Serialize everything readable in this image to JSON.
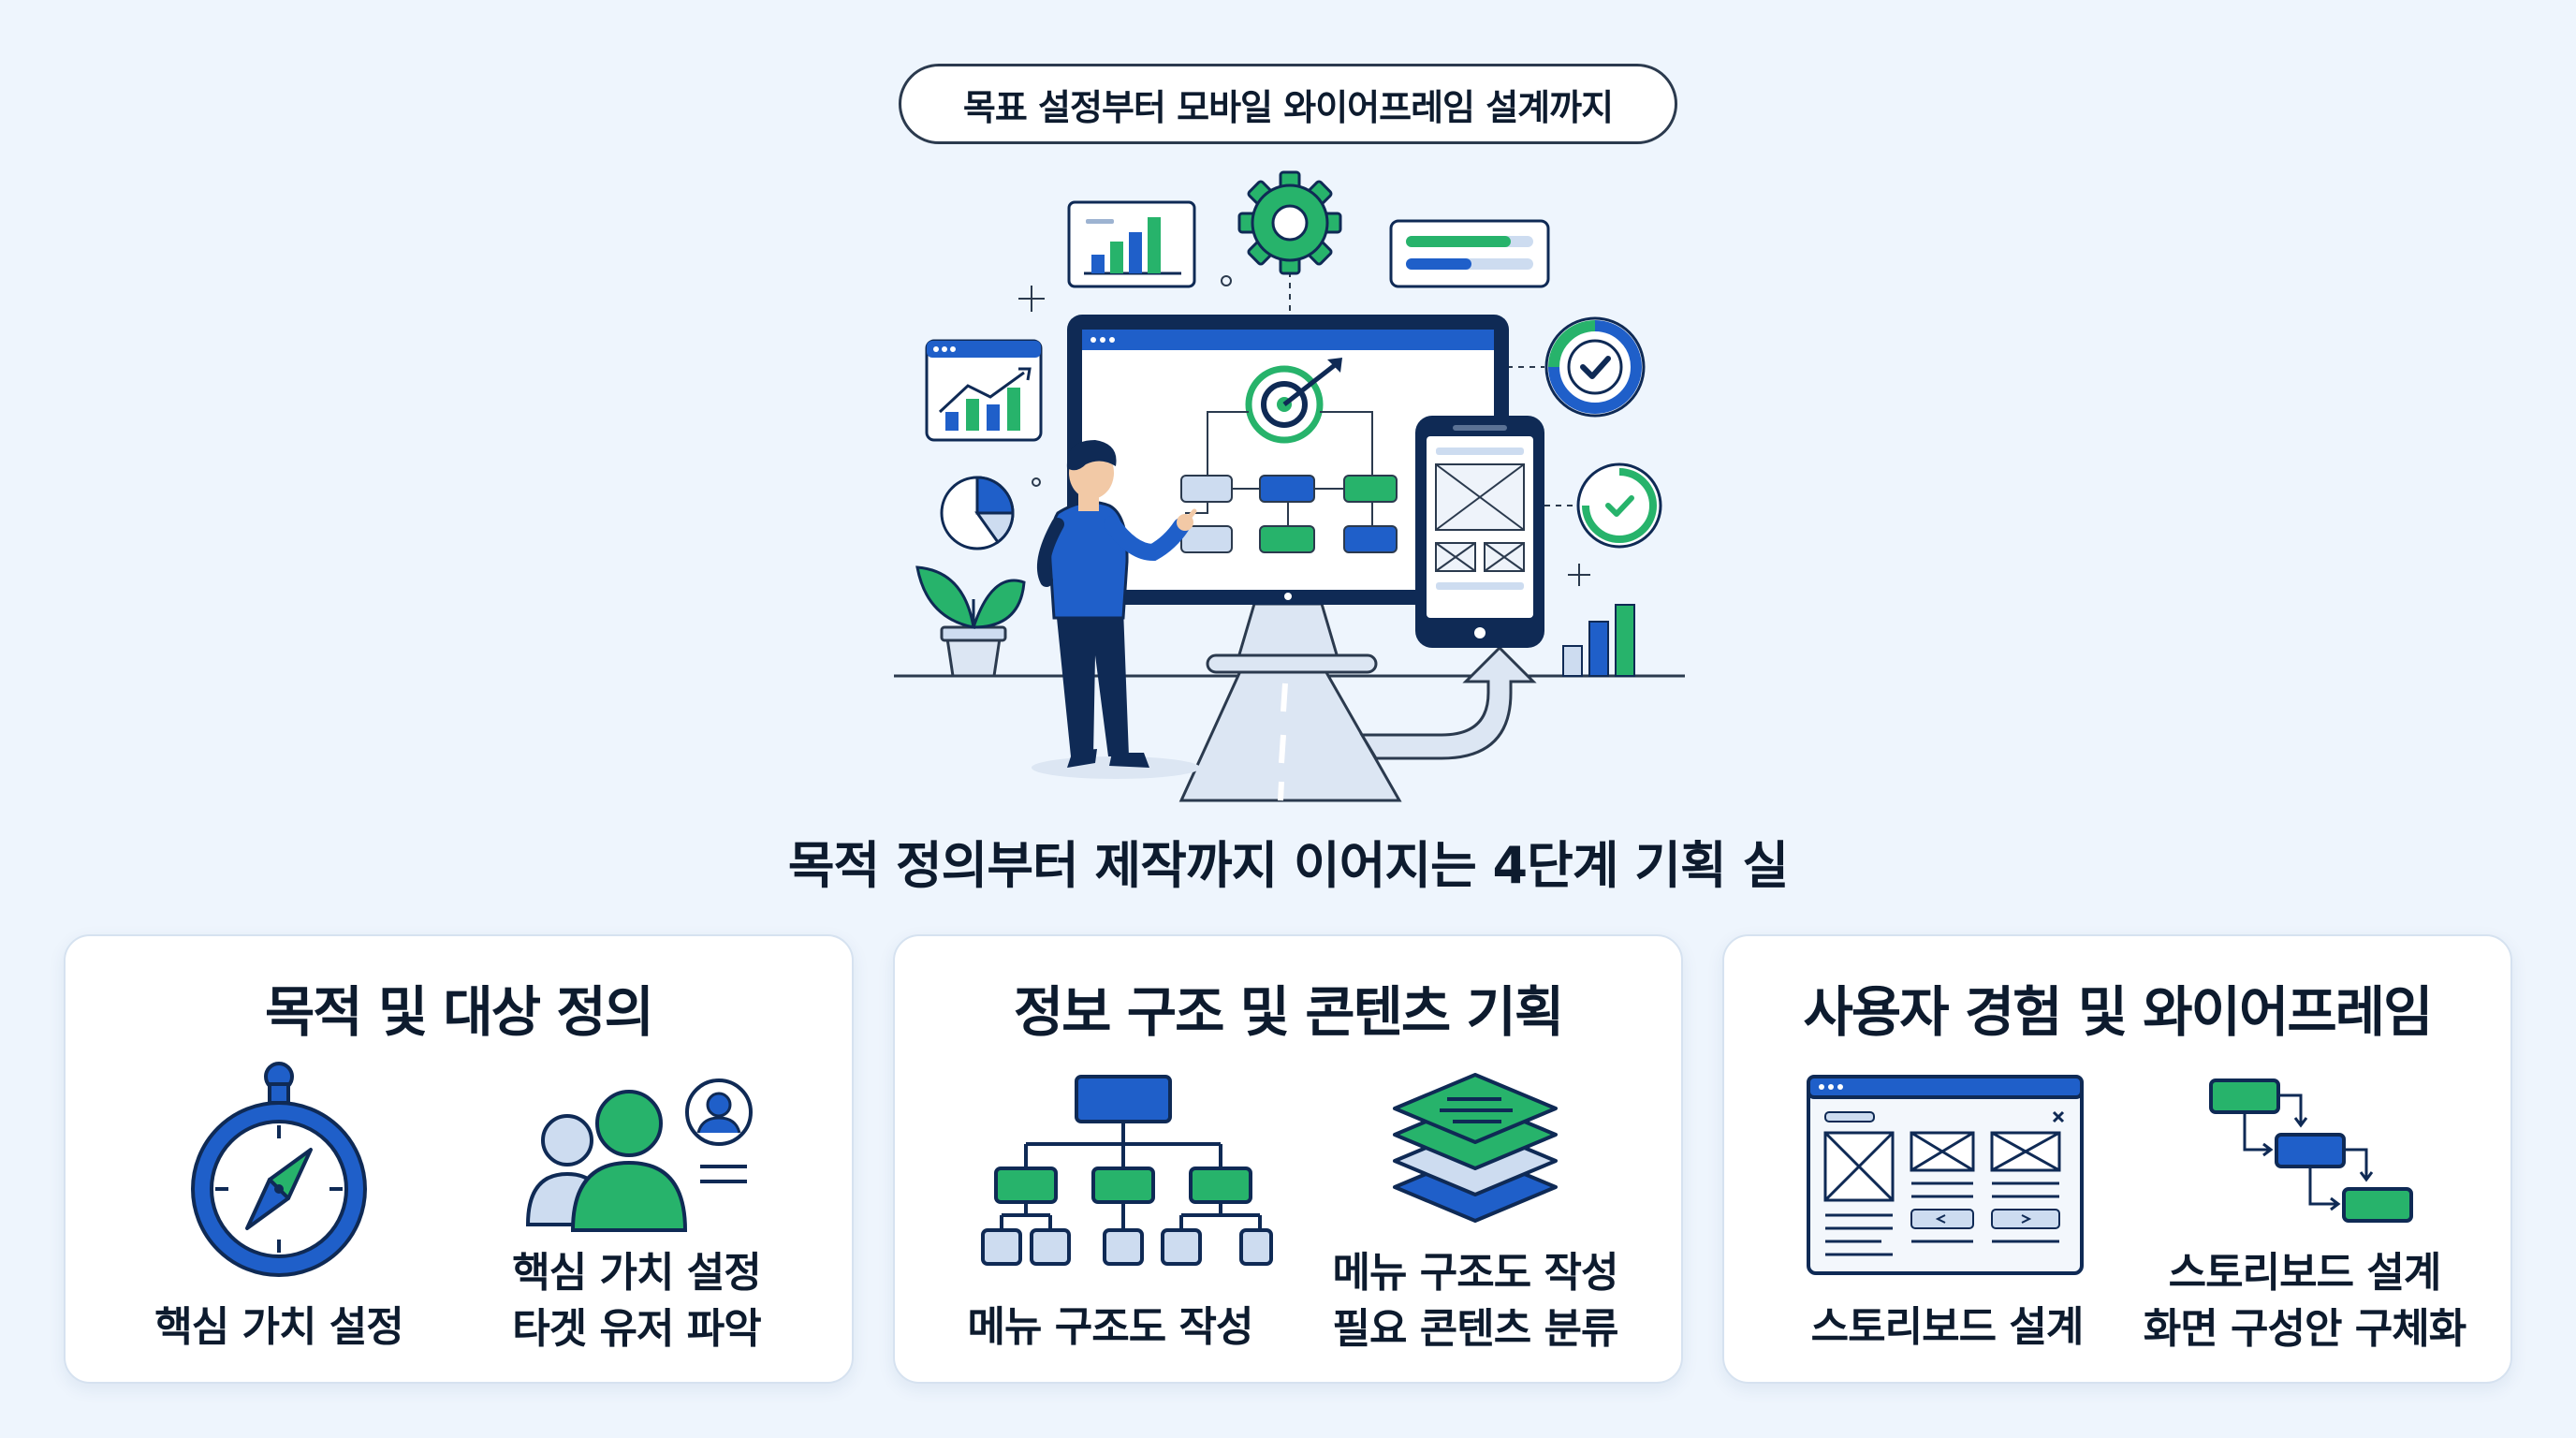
{
  "header_pill": "목표 설정부터 모바일 와이어프레임 설계까지",
  "subtitle": "목적 정의부터 제작까지 이어지는 4단계 기획 실",
  "colors": {
    "blue": "#1f5fc9",
    "navy": "#0f2a55",
    "green": "#27b36b",
    "light_blue": "#cddcf0"
  },
  "cards": [
    {
      "title": "목적 및 대상 정의",
      "left_caption": [
        "핵심 가치 설정"
      ],
      "right_caption": [
        "핵심 가치 설정",
        "타겟 유저 파악"
      ],
      "left_icon": "compass-icon",
      "right_icon": "user-group-icon"
    },
    {
      "title": "정보 구조 및 콘텐츠 기획",
      "left_caption": [
        "메뉴 구조도 작성"
      ],
      "right_caption": [
        "메뉴 구조도 작성",
        "필요 콘텐츠 분류"
      ],
      "left_icon": "sitemap-icon",
      "right_icon": "stacked-layers-icon"
    },
    {
      "title": "사용자 경험 및 와이어프레임",
      "left_caption": [
        "스토리보드 설계"
      ],
      "right_caption": [
        "스토리보드 설계",
        "화면 구성안 구체화"
      ],
      "left_icon": "wireframe-window-icon",
      "right_icon": "flow-steps-icon"
    }
  ]
}
